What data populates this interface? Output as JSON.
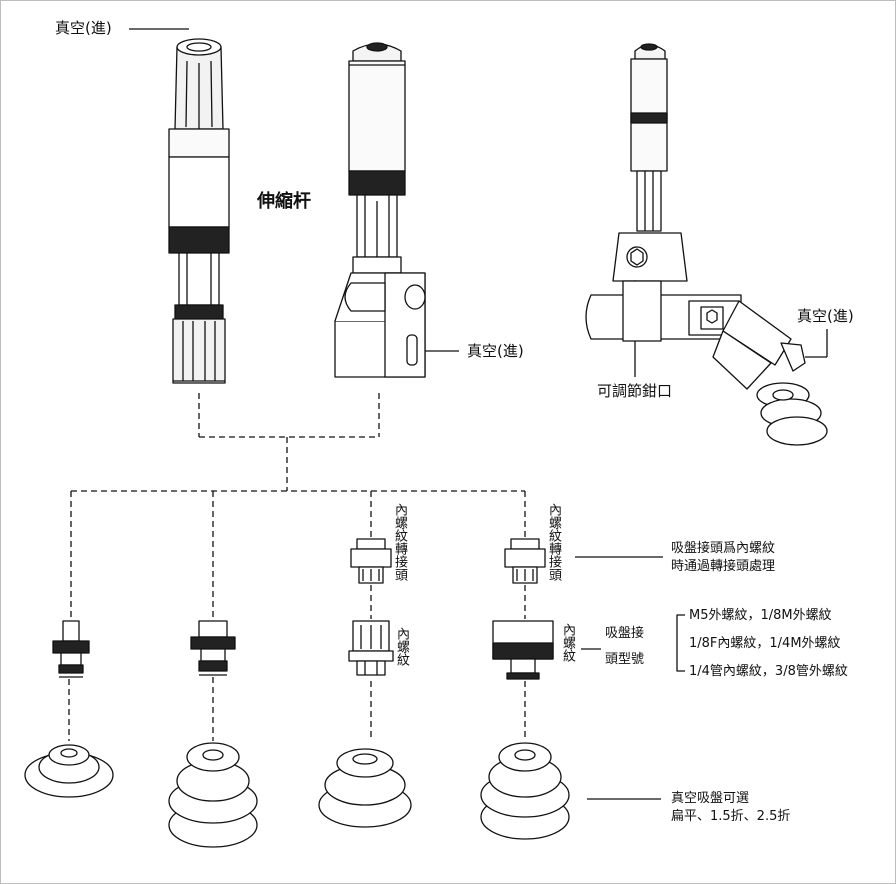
{
  "labels": {
    "vacuum_in_top": "真空(進)",
    "telescopic_rod": "伸縮杆",
    "vacuum_in_middle": "真空(進)",
    "vacuum_in_right": "真空(進)",
    "adjustable_clamp": "可調節鉗口",
    "female_adapter_1": "內螺紋轉接頭",
    "female_adapter_2": "內螺紋轉接頭",
    "female_thread_1": "內螺紋",
    "female_thread_2": "內螺紋",
    "note_line1": "吸盤接頭爲內螺紋",
    "note_line2": "時通過轉接頭處理",
    "fitting_model_line1": "吸盤接",
    "fitting_model_line2": "頭型號",
    "spec_1": "M5外螺紋，1/8M外螺紋",
    "spec_2": "1/8F內螺紋，1/4M外螺紋",
    "spec_3": "1/4管內螺紋，3/8管外螺紋",
    "cup_options_line1": "真空吸盤可選",
    "cup_options_line2": "扁平、1.5折、2.5折"
  }
}
